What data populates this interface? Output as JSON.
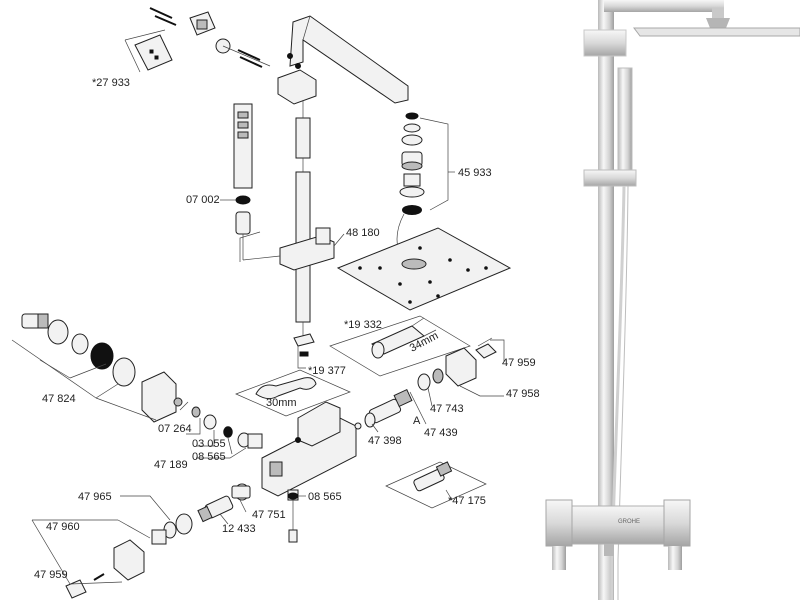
{
  "diagram": {
    "labels": {
      "p27933": "*27 933",
      "p07002": "07 002",
      "p48180": "48 180",
      "p45933": "45 933",
      "p19332": "*19 332",
      "p34mm": "34mm",
      "p19377": "*19 377",
      "p30mm": "30mm",
      "p47959_r": "47 959",
      "p47958": "47 958",
      "p47824": "47 824",
      "p47743": "47 743",
      "p07264": "07 264",
      "p03055": "03 055",
      "p47189": "47 189",
      "p08565_l": "08 565",
      "pA": "A",
      "p47439": "47 439",
      "p47398": "47 398",
      "p47965": "47 965",
      "p08565_r": "08 565",
      "p47175": "*47 175",
      "p47751": "47 751",
      "p12433": "12 433",
      "p47960": "47 960",
      "p47959_l": "47 959"
    },
    "colors": {
      "line": "#444444",
      "chrome_light": "#f4f4f4",
      "chrome_mid": "#d8d8d8",
      "chrome_dark": "#a0a0a0"
    }
  },
  "product_photo": {
    "brand_mark": "GROHE"
  }
}
